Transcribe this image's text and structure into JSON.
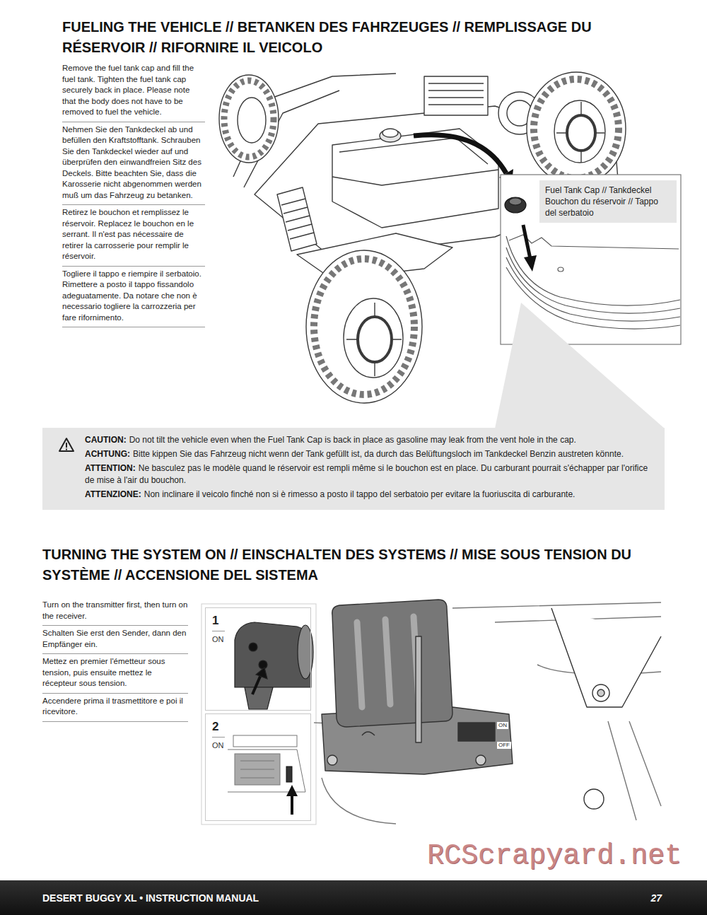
{
  "diagram": {
    "nodes": [
      {
        "text": [
          "Fuel Tank Cap // Tankdeckel Bouchon du réservoir // Tappo del serbatoio"
        ]
      },
      {
        "text": [
          "CAUTION:",
          "Do not tilt the vehicle even when the Fuel Tank Cap is back in place as gasoline may leak from the vent hole in the cap.",
          "ACHTUNG:",
          "Bitte kippen Sie das Fahrzeug nicht wenn der Tank gefüllt ist, da durch das Belüftungsloch im Tankdeckel Benzin austreten könnte.",
          "ATTENTION:",
          "Ne basculez pas le modèle quand le réservoir est rempli même si le bouchon est en place. Du carburant pourrait s'échapper par l'orifice de mise à l'air du bouchon.",
          "ATTENZIONE:",
          "Non inclinare il veicolo finché non si è rimesso a posto il tappo del serbatoio per evitare la fuoriuscita di carburante."
        ]
      },
      {
        "text": [
          "1",
          "ON"
        ]
      },
      {
        "text": [
          "2",
          "ON"
        ]
      },
      {
        "text": [
          "DESERT BUGGY XL • INSTRUCTION MANUAL",
          "27"
        ]
      }
    ],
    "labels": [
      "FUELING THE VEHICLE // BETANKEN DES FAHRZEUGES // REMPLISSAGE DU RÉSERVOIR // RIFORNIRE IL VEICOLO",
      "Remove the fuel tank cap and fill the fuel tank. Tighten the fuel tank cap securely back in place. Please note that the body does not have to be removed to fuel the vehicle.",
      "Nehmen Sie den Tankdeckel ab und befüllen den Kraftstofftank. Schrauben Sie den Tankdeckel wieder auf und überprüfen den einwandfreien Sitz des Deckels. Bitte beachten Sie, dass die Karosserie nicht abgenommen werden muß um das Fahrzeug zu betanken.",
      "Retirez le bouchon et remplissez le réservoir. Replacez le bouchon en le serrant. Il n'est pas nécessaire de retirer la carrosserie pour remplir le réservoir.",
      "Togliere il tappo e riempire il serbatoio. Rimettere a posto il tappo fissandolo adeguatamente. Da notare che non è necessario togliere la carrozzeria per fare rifornimento.",
      "TURNING THE SYSTEM ON // EINSCHALTEN DES SYSTEMS // MISE SOUS TENSION DU SYSTÈME // ACCENSIONE DEL SISTEMA",
      "Turn on the transmitter first, then turn on the receiver.",
      "Schalten Sie erst den Sender, dann den Empfänger ein.",
      "Mettez en premier l'émetteur sous tension, puis ensuite mettez le récepteur sous tension.",
      "Accendere prima il trasmettitore e poi il ricevitore.",
      "ON",
      "OFF",
      "RCScrapyard.net"
    ]
  }
}
